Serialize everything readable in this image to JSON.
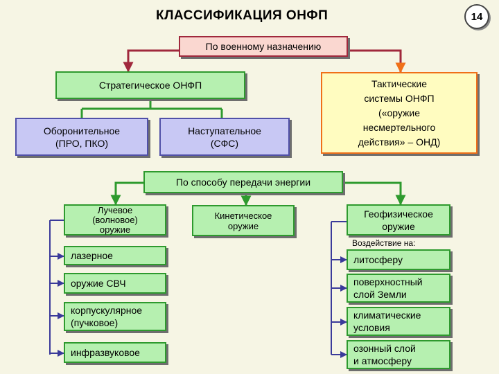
{
  "title": "КЛАССИФИКАЦИЯ ОНФП",
  "page_number": "14",
  "military_purpose": "По военному назначению",
  "strategic": "Стратегическое ОНФП",
  "defensive": [
    "Оборонительное",
    "(ПРО, ПКО)"
  ],
  "offensive": [
    "Наступательное",
    "(СФС)"
  ],
  "tactical": [
    "Тактические",
    "системы ОНФП",
    "(«оружие",
    "несмертельного",
    "действия» – ОНД)"
  ],
  "energy_transfer": "По способу передачи энергии",
  "beam": [
    "Лучевое",
    "(волновое)",
    "оружие"
  ],
  "kinetic": [
    "Кинетическое",
    "оружие"
  ],
  "geophysical": [
    "Геофизическое",
    "оружие"
  ],
  "effect_on": "Воздействие на:",
  "beam_types": [
    {
      "lines": [
        "лазерное"
      ]
    },
    {
      "lines": [
        "оружие СВЧ"
      ]
    },
    {
      "lines": [
        "корпускулярное",
        "(пучковое)"
      ]
    },
    {
      "lines": [
        "инфразвуковое"
      ]
    }
  ],
  "geo_targets": [
    {
      "lines": [
        "литосферу"
      ]
    },
    {
      "lines": [
        "поверхностный",
        "слой Земли"
      ]
    },
    {
      "lines": [
        "климатические",
        "условия"
      ]
    },
    {
      "lines": [
        "озонный слой",
        "и атмосферу"
      ]
    }
  ],
  "colors": {
    "background": "#f6f5e4",
    "dark_red": "#a0283c",
    "green": "#2e9a2e",
    "blue": "#5050a8",
    "orange": "#f07018"
  }
}
